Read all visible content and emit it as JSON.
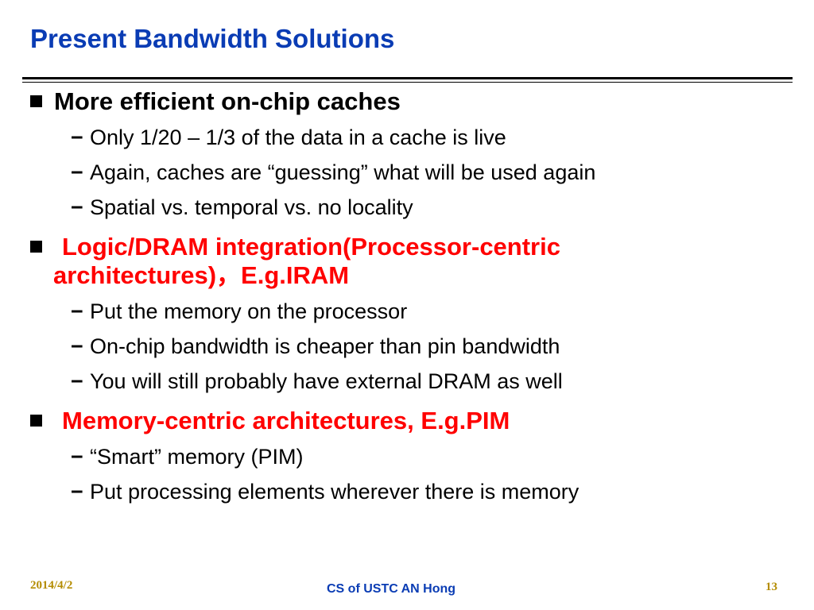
{
  "slide": {
    "title": "Present Bandwidth Solutions",
    "bullets": [
      {
        "text": "More efficient on-chip caches",
        "color": "#000000",
        "subs": [
          "Only 1/20 – 1/3 of the data in a cache is live",
          "Again, caches are “guessing” what will be used again",
          "Spatial vs. temporal vs. no locality"
        ]
      },
      {
        "text_line1": "Logic/DRAM integration(Processor-centric",
        "text_line2": "architectures)，E.g.IRAM",
        "color": "#ff0000",
        "subs": [
          "Put the memory on the processor",
          "On-chip bandwidth is cheaper than pin bandwidth",
          "You will still probably have external DRAM as well"
        ]
      },
      {
        "text": "Memory-centric architectures, E.g.PIM",
        "color": "#ff0000",
        "subs": [
          "“Smart” memory (PIM)",
          "Put processing elements wherever there is memory"
        ]
      }
    ],
    "dash_glyph": "−"
  },
  "footer": {
    "date": "2014/4/2",
    "center": "CS of USTC AN Hong",
    "page": "13"
  },
  "colors": {
    "title": "#0a3cb4",
    "accent_red": "#ff0000",
    "footer_gold": "#b48c00"
  }
}
